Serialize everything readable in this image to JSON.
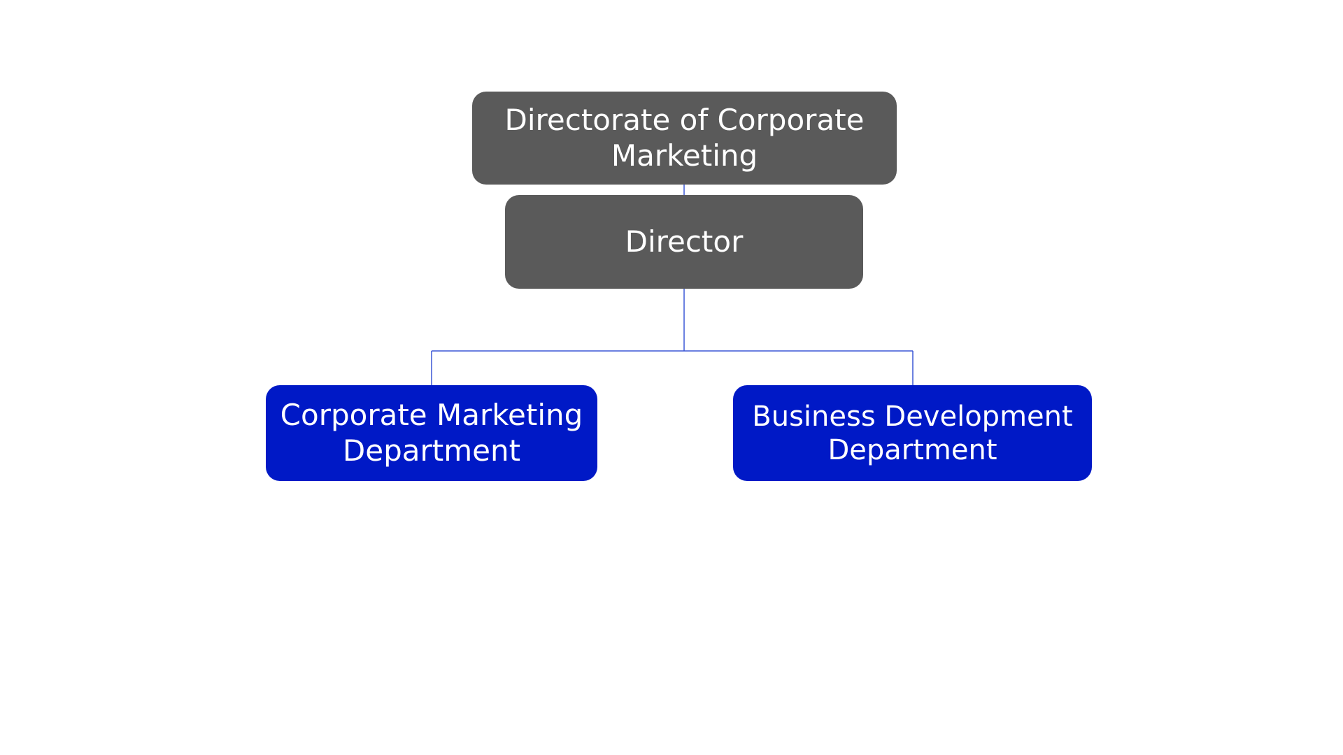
{
  "org_chart": {
    "root": {
      "label": "Directorate of Corporate Marketing",
      "color": "#5a5a5a"
    },
    "head": {
      "label": "Director",
      "color": "#5a5a5a"
    },
    "departments": [
      {
        "label": "Corporate Marketing Department",
        "color": "#0019c6"
      },
      {
        "label": "Business Development Department",
        "color": "#0019c6"
      }
    ],
    "connector_color": "#3a57d6"
  }
}
